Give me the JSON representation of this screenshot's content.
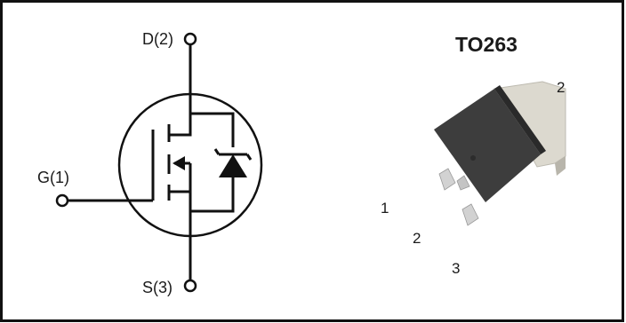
{
  "symbol": {
    "drain_label": "D(2)",
    "gate_label": "G(1)",
    "source_label": "S(3)"
  },
  "package": {
    "name": "TO263",
    "pin_labels": {
      "tab": "2",
      "pin1": "1",
      "pin2": "2",
      "pin3": "3"
    },
    "colors": {
      "body": "#3a3a3a",
      "tab": "#d8d6cc",
      "leads": "#c9c9c9"
    }
  }
}
